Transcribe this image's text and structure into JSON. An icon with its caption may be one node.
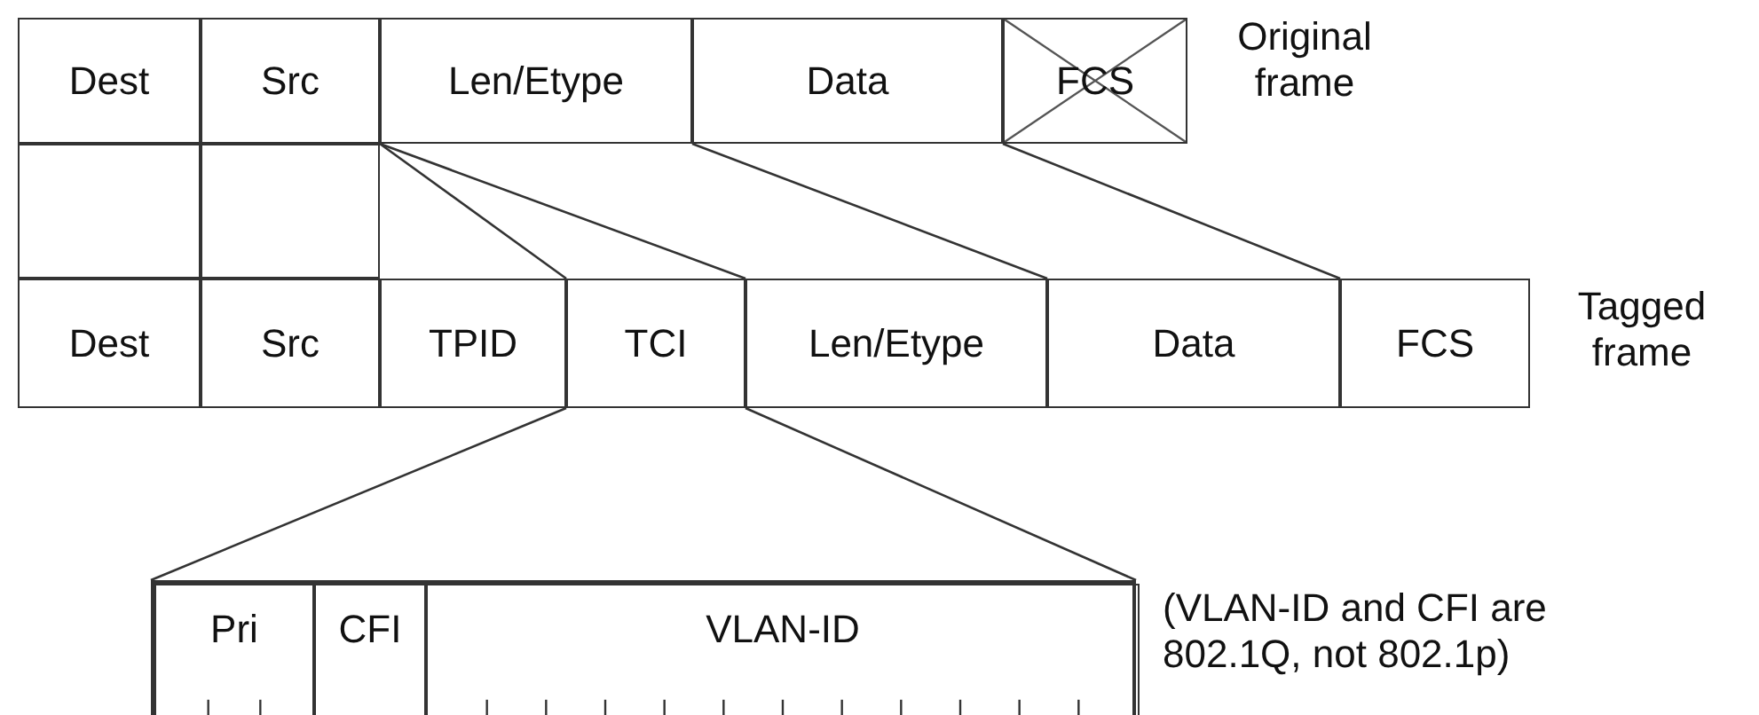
{
  "diagram": {
    "nodes": [
      {
        "text": [
          "Dest"
        ]
      },
      {
        "text": [
          "Src"
        ]
      },
      {
        "text": [
          "Len/Etype"
        ]
      },
      {
        "text": [
          "Data"
        ]
      },
      {
        "text": [
          "FCS"
        ]
      },
      {
        "text": [],
        "shape": "box"
      },
      {
        "text": [],
        "shape": "box"
      },
      {
        "text": [
          "Dest"
        ]
      },
      {
        "text": [
          "Src"
        ]
      },
      {
        "text": [
          "TPID"
        ]
      },
      {
        "text": [
          "TCI"
        ]
      },
      {
        "text": [
          "Len/Etype"
        ]
      },
      {
        "text": [
          "Data"
        ]
      },
      {
        "text": [
          "FCS"
        ]
      },
      {
        "text": [],
        "shape": "bar"
      },
      {
        "text": [
          "Pri"
        ],
        "in": 14
      },
      {
        "text": [
          "CFI"
        ],
        "in": 14
      },
      {
        "text": [
          "VLAN-ID"
        ],
        "in": 14
      }
    ],
    "edges": [
      {
        "from": 2,
        "to": 10,
        "arrow": "none"
      },
      {
        "from": 2,
        "to": 11,
        "arrow": "none"
      },
      {
        "from": 3,
        "to": 12,
        "arrow": "none"
      },
      {
        "from": 4,
        "to": 13,
        "arrow": "none"
      },
      {
        "from": 10,
        "to": 14,
        "arrow": "none"
      },
      {
        "from": 10,
        "to": 14,
        "arrow": "none"
      }
    ],
    "labels": [
      "Original frame",
      "Tagged frame",
      "(VLAN-ID and CFI are 802.1Q, not 802.1p)"
    ]
  }
}
